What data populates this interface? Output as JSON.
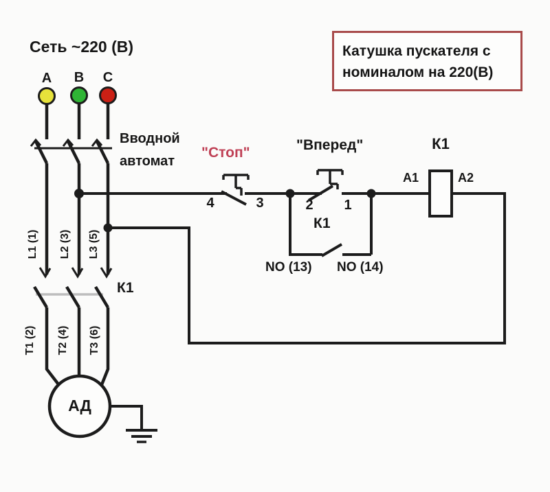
{
  "colors": {
    "wire": "#1c1c1c",
    "linkage": "#bdbdbd",
    "phase_a": "#e6e23b",
    "phase_b": "#2fb435",
    "phase_c": "#ca2015",
    "stop_text": "#bf4055",
    "box_border": "#a84a4a"
  },
  "header": {
    "net_label": "Сеть ~220 (В)",
    "note_line1": "Катушка пускателя с",
    "note_line2": "номиналом на 220(В)"
  },
  "phases": {
    "a": "А",
    "b": "В",
    "c": "С"
  },
  "breaker": {
    "line1": "Вводной",
    "line2": "автомат"
  },
  "buttons": {
    "stop": "\"Стоп\"",
    "forward": "\"Вперед\"",
    "term4": "4",
    "term3": "3",
    "term2": "2",
    "term1": "1"
  },
  "contactor": {
    "coil_label": "К1",
    "a1": "A1",
    "a2": "A2",
    "aux_label": "К1",
    "no13": "NO (13)",
    "no14": "NO (14)",
    "main_label": "К1"
  },
  "poles": {
    "l1": "L1 (1)",
    "l2": "L2 (3)",
    "l3": "L3 (5)",
    "t1": "T1 (2)",
    "t2": "T2 (4)",
    "t3": "T3 (6)"
  },
  "motor": {
    "label": "АД"
  }
}
